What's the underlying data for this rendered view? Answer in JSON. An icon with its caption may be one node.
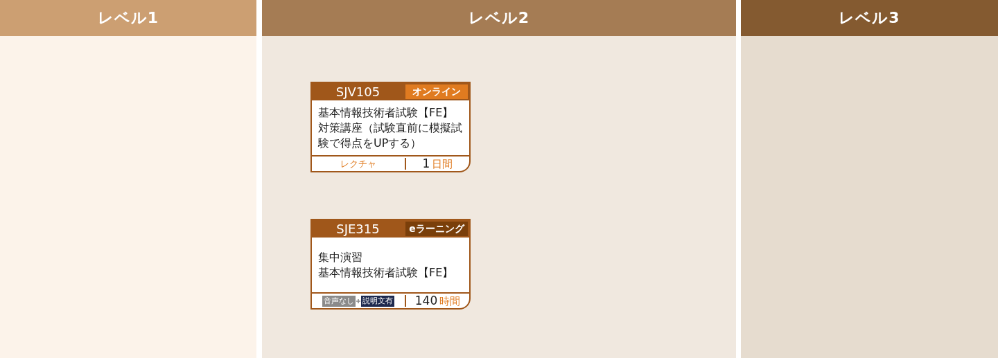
{
  "diagram": {
    "nodes": [
      {
        "text": [
          "レベル1"
        ]
      },
      {
        "text": [
          "レベル2"
        ]
      },
      {
        "text": [
          "レベル3"
        ]
      },
      {
        "text": [
          "SJV105",
          "オンライン",
          "基本情報技術者試験【FE】対策講座（試験直前に模擬試験で得点をUPする）",
          "レクチャ",
          "1日間"
        ],
        "in": 1
      },
      {
        "text": [
          "SJE315",
          "eラーニング",
          "集中演習",
          "基本情報技術者試験【FE】",
          "音声なし",
          "説明文有",
          "140時間"
        ],
        "in": 1
      }
    ]
  }
}
